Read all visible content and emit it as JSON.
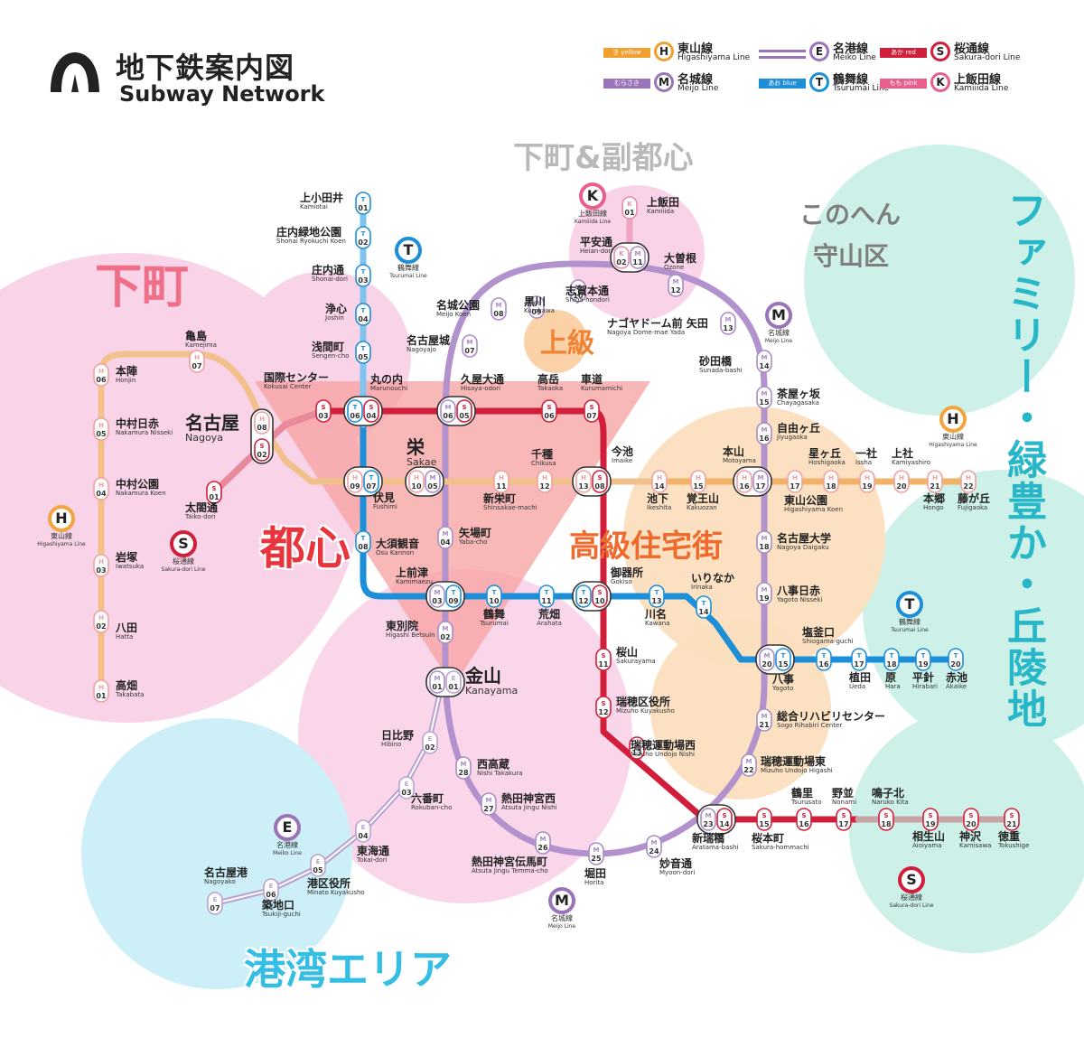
{
  "title": {
    "jp": "地下鉄案内図",
    "en": "Subway Network"
  },
  "legend": [
    {
      "swatch": "き yellow",
      "letter": "H",
      "name_jp": "東山線",
      "name_en": "Higashiyama Line",
      "color": "#F0A030"
    },
    {
      "swatch": "",
      "letter": "E",
      "name_jp": "名港線",
      "name_en": "Meiko Line",
      "color": "#9A74B8"
    },
    {
      "swatch": "あか red",
      "letter": "S",
      "name_jp": "桜通線",
      "name_en": "Sakura-dori Line",
      "color": "#D11E3A"
    },
    {
      "swatch": "むらさき purple",
      "letter": "M",
      "name_jp": "名城線",
      "name_en": "Meijo Line",
      "color": "#9A74B8"
    },
    {
      "swatch": "あお blue",
      "letter": "T",
      "name_jp": "鶴舞線",
      "name_en": "Tsurumai Line",
      "color": "#1C8FD8"
    },
    {
      "swatch": "もも pink",
      "letter": "K",
      "name_jp": "上飯田線",
      "name_en": "Kamiiida Line",
      "color": "#E85E8E"
    }
  ],
  "areas": [
    {
      "label": "下町",
      "color": "#F06F88"
    },
    {
      "label": "下町&副都心",
      "color": "#B9B9B9"
    },
    {
      "label": "このへん",
      "color": "#7E7E7E"
    },
    {
      "label": "守山区",
      "color": "#7E7E7E"
    },
    {
      "label": "上級",
      "color": "#F08233"
    },
    {
      "label": "都心",
      "color": "#E8353D"
    },
    {
      "label": "高級住宅街",
      "color": "#EF6A2D"
    },
    {
      "label": "港湾エリア",
      "color": "#35BEE4"
    },
    {
      "label": "ファミリー・緑豊か・丘陵地",
      "color": "#27B7C8"
    }
  ],
  "line_badges": [
    {
      "letter": "T",
      "jp": "鶴舞線",
      "en": "Tsurumai Line"
    },
    {
      "letter": "K",
      "jp": "上飯田線",
      "en": "Kamiiida Line"
    },
    {
      "letter": "M",
      "jp": "名城線",
      "en": "Meijo Line"
    },
    {
      "letter": "H",
      "jp": "東山線",
      "en": "Higashiyama Line"
    },
    {
      "letter": "S",
      "jp": "桜通線",
      "en": "Sakura-dori Line"
    },
    {
      "letter": "H",
      "jp": "東山線",
      "en": "Higashiyama Line"
    },
    {
      "letter": "T",
      "jp": "鶴舞線",
      "en": "Tsurumai Line"
    },
    {
      "letter": "E",
      "jp": "名港線",
      "en": "Meiko Line"
    },
    {
      "letter": "M",
      "jp": "名城線",
      "en": "Meijo Line"
    },
    {
      "letter": "S",
      "jp": "桜通線",
      "en": "Sakura-dori Line"
    }
  ],
  "stations": [
    {
      "jp": "上小田井",
      "en": "Kamiotai",
      "codes": [
        "T 01"
      ]
    },
    {
      "jp": "庄内緑地公園",
      "en": "Shonai Ryokuchi Koen",
      "codes": [
        "T 02"
      ]
    },
    {
      "jp": "庄内通",
      "en": "Shonai-dori",
      "codes": [
        "T 03"
      ]
    },
    {
      "jp": "浄心",
      "en": "Joshin",
      "codes": [
        "T 04"
      ]
    },
    {
      "jp": "浅間町",
      "en": "Sengen-cho",
      "codes": [
        "T 05"
      ]
    },
    {
      "jp": "丸の内",
      "en": "Marunouchi",
      "codes": [
        "T 06",
        "S 04"
      ]
    },
    {
      "jp": "伏見",
      "en": "Fushimi",
      "codes": [
        "H 09",
        "T 07"
      ]
    },
    {
      "jp": "大須観音",
      "en": "Osu Kannon",
      "codes": [
        "T 08"
      ]
    },
    {
      "jp": "上前津",
      "en": "Kamimaezu",
      "codes": [
        "M 03",
        "T 09"
      ]
    },
    {
      "jp": "鶴舞",
      "en": "Tsurumai",
      "codes": [
        "T 10"
      ]
    },
    {
      "jp": "荒畑",
      "en": "Arahata",
      "codes": [
        "T 11"
      ]
    },
    {
      "jp": "御器所",
      "en": "Gokiso",
      "codes": [
        "T 12",
        "S 10"
      ]
    },
    {
      "jp": "川名",
      "en": "Kawana",
      "codes": [
        "T 13"
      ]
    },
    {
      "jp": "いりなか",
      "en": "Irinaka",
      "codes": [
        "T 14"
      ]
    },
    {
      "jp": "八事",
      "en": "Yagoto",
      "codes": [
        "M 20",
        "T 15"
      ]
    },
    {
      "jp": "塩釜口",
      "en": "Shiogama-guchi",
      "codes": [
        "T 16"
      ]
    },
    {
      "jp": "植田",
      "en": "Ueda",
      "codes": [
        "T 17"
      ]
    },
    {
      "jp": "原",
      "en": "Hara",
      "codes": [
        "T 18"
      ]
    },
    {
      "jp": "平針",
      "en": "Hirabari",
      "codes": [
        "T 19"
      ]
    },
    {
      "jp": "赤池",
      "en": "Akaike",
      "codes": [
        "T 20"
      ]
    },
    {
      "jp": "高畑",
      "en": "Takabata",
      "codes": [
        "H 01"
      ]
    },
    {
      "jp": "八田",
      "en": "Hatta",
      "codes": [
        "H 02"
      ]
    },
    {
      "jp": "岩塚",
      "en": "Iwatsuka",
      "codes": [
        "H 03"
      ]
    },
    {
      "jp": "中村公園",
      "en": "Nakamura Koen",
      "codes": [
        "H 04"
      ]
    },
    {
      "jp": "中村日赤",
      "en": "Nakamura Nisseki",
      "codes": [
        "H 05"
      ]
    },
    {
      "jp": "本陣",
      "en": "Honjin",
      "codes": [
        "H 06"
      ]
    },
    {
      "jp": "亀島",
      "en": "Kamejima",
      "codes": [
        "H 07"
      ]
    },
    {
      "jp": "名古屋",
      "en": "Nagoya",
      "codes": [
        "H 08",
        "S 02"
      ]
    },
    {
      "jp": "栄",
      "en": "Sakae",
      "codes": [
        "H 10",
        "M 05"
      ]
    },
    {
      "jp": "新栄町",
      "en": "Shinsakae-machi",
      "codes": [
        "H 11"
      ]
    },
    {
      "jp": "千種",
      "en": "Chikusa",
      "codes": [
        "H 12"
      ]
    },
    {
      "jp": "今池",
      "en": "Imaike",
      "codes": [
        "H 13",
        "S 08"
      ]
    },
    {
      "jp": "池下",
      "en": "Ikeshita",
      "codes": [
        "H 14"
      ]
    },
    {
      "jp": "覚王山",
      "en": "Kakuozan",
      "codes": [
        "H 15"
      ]
    },
    {
      "jp": "本山",
      "en": "Motoyama",
      "codes": [
        "H 16",
        "M 17"
      ]
    },
    {
      "jp": "東山公園",
      "en": "Higashiyama Koen",
      "codes": [
        "H 17"
      ]
    },
    {
      "jp": "星ヶ丘",
      "en": "Hoshigaoka",
      "codes": [
        "H 18"
      ]
    },
    {
      "jp": "一社",
      "en": "Issha",
      "codes": [
        "H 19"
      ]
    },
    {
      "jp": "上社",
      "en": "Kamiyashiro",
      "codes": [
        "H 20"
      ]
    },
    {
      "jp": "本郷",
      "en": "Hongo",
      "codes": [
        "H 21"
      ]
    },
    {
      "jp": "藤が丘",
      "en": "Fujigaoka",
      "codes": [
        "H 22"
      ]
    },
    {
      "jp": "国際センター",
      "en": "Kokusai Center",
      "codes": [
        "S 03"
      ]
    },
    {
      "jp": "久屋大通",
      "en": "Hisaya-odori",
      "codes": [
        "M 06",
        "S 05"
      ]
    },
    {
      "jp": "高岳",
      "en": "Takaoka",
      "codes": [
        "S 06"
      ]
    },
    {
      "jp": "車道",
      "en": "Kurumamichi",
      "codes": [
        "S 07"
      ]
    },
    {
      "jp": "太閤通",
      "en": "Taiko-dori",
      "codes": [
        "S 01"
      ]
    },
    {
      "jp": "桜山",
      "en": "Sakurayama",
      "codes": [
        "S 11"
      ]
    },
    {
      "jp": "瑞穂区役所",
      "en": "Mizuho Kuyakusho",
      "codes": [
        "S 12"
      ]
    },
    {
      "jp": "瑞穂運動場西",
      "en": "Mizuho Undojo Nishi",
      "codes": [
        "S 13"
      ]
    },
    {
      "jp": "新瑞橋",
      "en": "Aratama-bashi",
      "codes": [
        "M 23",
        "S 14"
      ]
    },
    {
      "jp": "桜本町",
      "en": "Sakura-hommachi",
      "codes": [
        "S 15"
      ]
    },
    {
      "jp": "鶴里",
      "en": "Tsurusato",
      "codes": [
        "S 16"
      ]
    },
    {
      "jp": "野並",
      "en": "Nonami",
      "codes": [
        "S 17"
      ]
    },
    {
      "jp": "鳴子北",
      "en": "Naruko Kita",
      "codes": [
        "S 18"
      ]
    },
    {
      "jp": "相生山",
      "en": "Aioiyama",
      "codes": [
        "S 19"
      ]
    },
    {
      "jp": "神沢",
      "en": "Kamisawa",
      "codes": [
        "S 20"
      ]
    },
    {
      "jp": "徳重",
      "en": "Tokushige",
      "codes": [
        "S 21"
      ]
    },
    {
      "jp": "上飯田",
      "en": "Kamiiida",
      "codes": [
        "K 01"
      ]
    },
    {
      "jp": "平安通",
      "en": "Heian-dori",
      "codes": [
        "K 02",
        "M 11"
      ]
    },
    {
      "jp": "大曽根",
      "en": "Ozone",
      "codes": [
        "M 12"
      ]
    },
    {
      "jp": "志賀本通",
      "en": "Shiga-hondori",
      "codes": [
        "M 10"
      ]
    },
    {
      "jp": "黒川",
      "en": "Kurokawa",
      "codes": [
        "M 09"
      ]
    },
    {
      "jp": "名城公園",
      "en": "Meijo Koen",
      "codes": [
        "M 08"
      ]
    },
    {
      "jp": "名古屋城",
      "en": "Nagoyajo",
      "codes": [
        "M 07"
      ]
    },
    {
      "jp": "ナゴヤドーム前 矢田",
      "en": "Nagoya Dome-mae Yada",
      "codes": [
        "M 13"
      ]
    },
    {
      "jp": "砂田橋",
      "en": "Sunada-bashi",
      "codes": [
        "M 14"
      ]
    },
    {
      "jp": "茶屋ヶ坂",
      "en": "Chayagasaka",
      "codes": [
        "M 15"
      ]
    },
    {
      "jp": "自由ヶ丘",
      "en": "Jiyugaoka",
      "codes": [
        "M 16"
      ]
    },
    {
      "jp": "名古屋大学",
      "en": "Nagoya Daigaku",
      "codes": [
        "M 18"
      ]
    },
    {
      "jp": "八事日赤",
      "en": "Yagoto Nisseki",
      "codes": [
        "M 19"
      ]
    },
    {
      "jp": "総合リハビリセンター",
      "en": "Sogo Rihabiri Center",
      "codes": [
        "M 21"
      ]
    },
    {
      "jp": "瑞穂運動場東",
      "en": "Mizuho Undojo Higashi",
      "codes": [
        "M 22"
      ]
    },
    {
      "jp": "妙音通",
      "en": "Myoon-dori",
      "codes": [
        "M 24"
      ]
    },
    {
      "jp": "堀田",
      "en": "Horita",
      "codes": [
        "M 25"
      ]
    },
    {
      "jp": "熱田神宮伝馬町",
      "en": "Atsuta Jingu Temma-cho",
      "codes": [
        "M 26"
      ]
    },
    {
      "jp": "熱田神宮西",
      "en": "Atsuta Jingu Nishi",
      "codes": [
        "M 27"
      ]
    },
    {
      "jp": "西高蔵",
      "en": "Nishi Takakura",
      "codes": [
        "M 28"
      ]
    },
    {
      "jp": "矢場町",
      "en": "Yaba-cho",
      "codes": [
        "M 04"
      ]
    },
    {
      "jp": "東別院",
      "en": "Higashi Betsuin",
      "codes": [
        "M 02"
      ]
    },
    {
      "jp": "金山",
      "en": "Kanayama",
      "codes": [
        "M 01",
        "E 01"
      ]
    },
    {
      "jp": "日比野",
      "en": "Hibino",
      "codes": [
        "E 02"
      ]
    },
    {
      "jp": "六番町",
      "en": "Rokuban-cho",
      "codes": [
        "E 03"
      ]
    },
    {
      "jp": "東海通",
      "en": "Tokai-dori",
      "codes": [
        "E 04"
      ]
    },
    {
      "jp": "港区役所",
      "en": "Minato Kuyakusho",
      "codes": [
        "E 05"
      ]
    },
    {
      "jp": "築地口",
      "en": "Tsukiji-guchi",
      "codes": [
        "E 06"
      ]
    },
    {
      "jp": "名古屋港",
      "en": "Nagoyako",
      "codes": [
        "E 07"
      ]
    }
  ]
}
